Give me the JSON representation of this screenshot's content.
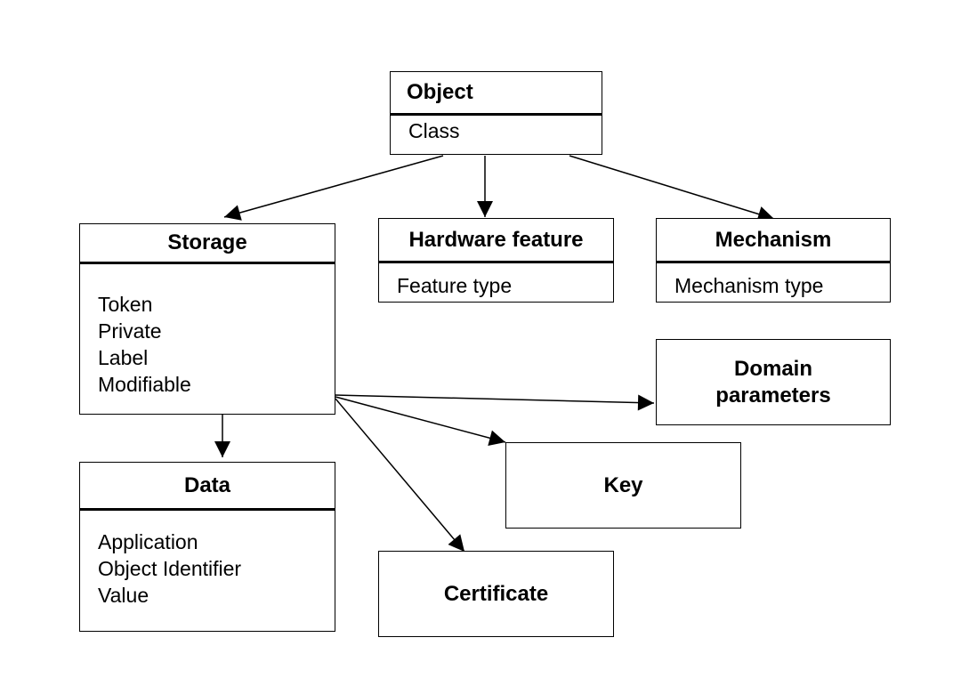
{
  "object": {
    "title": "Object",
    "attributes": [
      "Class"
    ]
  },
  "storage": {
    "title": "Storage",
    "attributes": [
      "Token",
      "Private",
      "Label",
      "Modifiable"
    ]
  },
  "hardware_feature": {
    "title": "Hardware feature",
    "attributes": [
      "Feature type"
    ]
  },
  "mechanism": {
    "title": "Mechanism",
    "attributes": [
      "Mechanism type"
    ]
  },
  "domain_parameters": {
    "title_line1": "Domain",
    "title_line2": "parameters"
  },
  "data": {
    "title": "Data",
    "attributes": [
      "Application",
      "Object Identifier",
      "Value"
    ]
  },
  "key": {
    "title": "Key"
  },
  "certificate": {
    "title": "Certificate"
  }
}
